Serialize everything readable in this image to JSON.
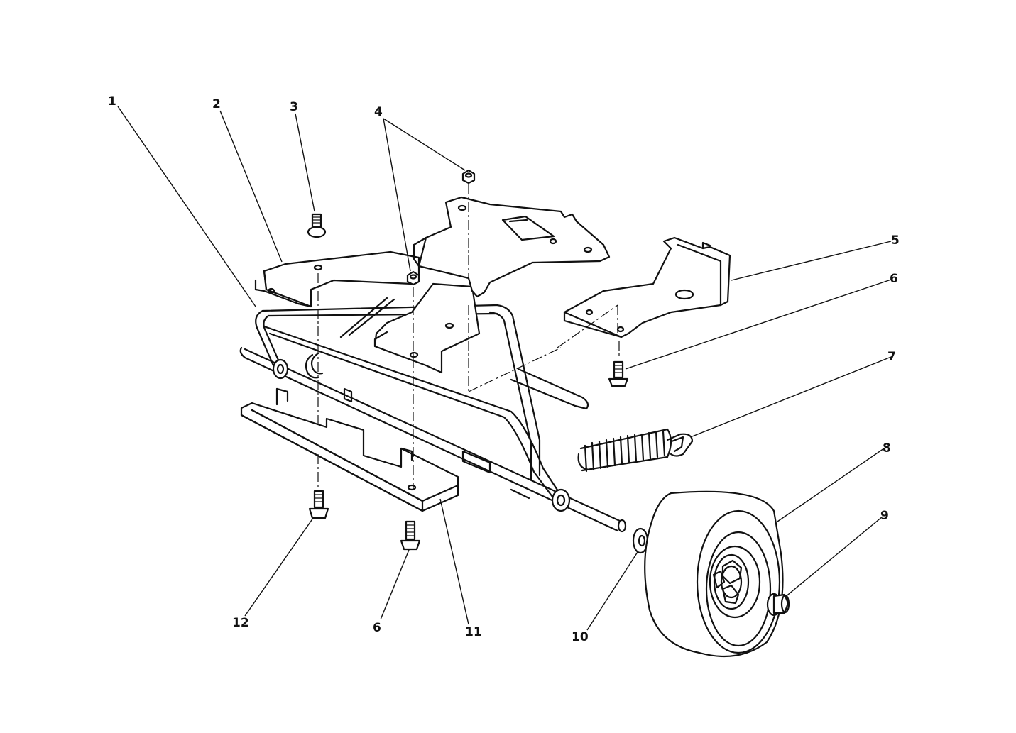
{
  "callouts": [
    {
      "id": "c1",
      "label": "1"
    },
    {
      "id": "c2",
      "label": "2"
    },
    {
      "id": "c3",
      "label": "3"
    },
    {
      "id": "c4",
      "label": "4"
    },
    {
      "id": "c5",
      "label": "5"
    },
    {
      "id": "c6a",
      "label": "6"
    },
    {
      "id": "c7",
      "label": "7"
    },
    {
      "id": "c8",
      "label": "8"
    },
    {
      "id": "c9",
      "label": "9"
    },
    {
      "id": "c10",
      "label": "10"
    },
    {
      "id": "c11",
      "label": "11"
    },
    {
      "id": "c12",
      "label": "12"
    },
    {
      "id": "c6b",
      "label": "6"
    }
  ]
}
